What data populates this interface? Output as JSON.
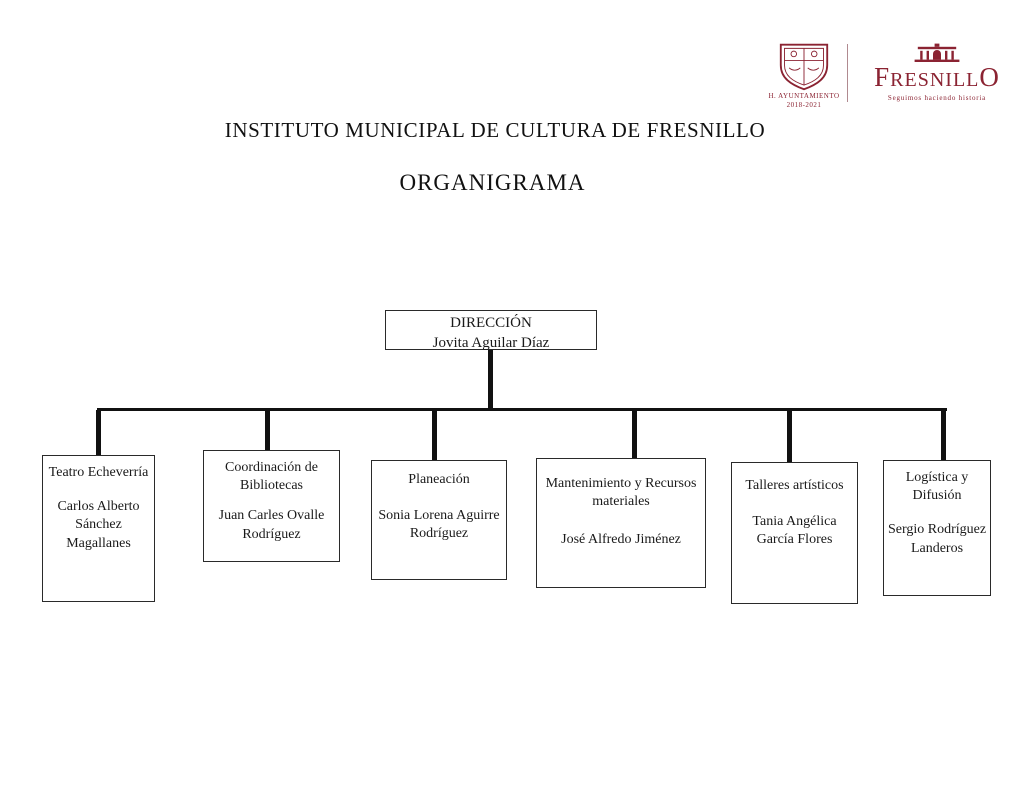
{
  "header": {
    "title": "INSTITUTO MUNICIPAL DE CULTURA DE FRESNILLO",
    "subtitle": "ORGANIGRAMA"
  },
  "branding": {
    "crest_caption": "H. AYUNTAMIENTO",
    "crest_years": "2018-2021",
    "wordmark_f": "F",
    "wordmark_mid": "RESNILL",
    "wordmark_o": "O",
    "tagline": "Seguimos haciendo historia",
    "brand_color": "#8b2332"
  },
  "org": {
    "root": {
      "title": "DIRECCIÓN",
      "name": "Jovita Aguilar Díaz"
    },
    "children": [
      {
        "title": "Teatro Echeverría",
        "name": "Carlos Alberto Sánchez Magallanes"
      },
      {
        "title": "Coordinación de Bibliotecas",
        "name": "Juan Carles Ovalle Rodríguez"
      },
      {
        "title": "Planeación",
        "name": "Sonia Lorena Aguirre Rodríguez"
      },
      {
        "title": "Mantenimiento y Recursos materiales",
        "name": "José Alfredo Jiménez"
      },
      {
        "title": "Talleres artísticos",
        "name": "Tania Angélica García Flores"
      },
      {
        "title": "Logística y Difusión",
        "name": "Sergio Rodríguez Landeros"
      }
    ]
  }
}
